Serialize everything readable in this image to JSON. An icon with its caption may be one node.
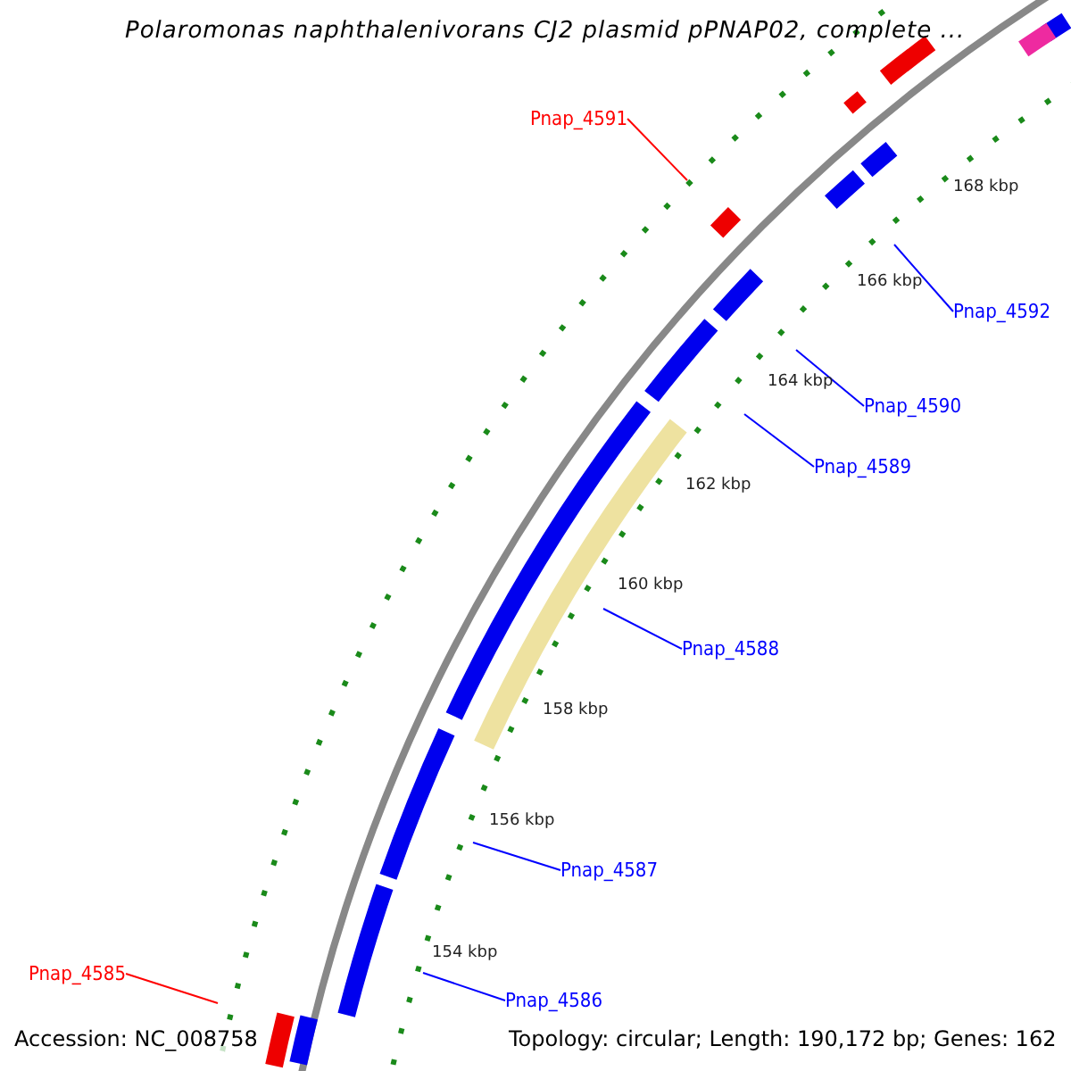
{
  "diagram": {
    "title": "Polaromonas naphthalenivorans CJ2 plasmid pPNAP02, complete ...",
    "nodes": [
      {
        "text": [
          "Pnap_4591"
        ]
      },
      {
        "text": [
          "Pnap_4592"
        ]
      },
      {
        "text": [
          "Pnap_4590"
        ]
      },
      {
        "text": [
          "Pnap_4589"
        ]
      },
      {
        "text": [
          "Pnap_4588"
        ]
      },
      {
        "text": [
          "Pnap_4587"
        ]
      },
      {
        "text": [
          "Pnap_4586"
        ]
      },
      {
        "text": [
          "Pnap_4585"
        ]
      }
    ],
    "edges": [
      {
        "from": 0,
        "to": null,
        "arrow": "none",
        "color": "#ff0000"
      },
      {
        "from": 1,
        "to": null,
        "arrow": "none"
      },
      {
        "from": 2,
        "to": null,
        "arrow": "none"
      },
      {
        "from": 3,
        "to": null,
        "arrow": "none"
      },
      {
        "from": 4,
        "to": null,
        "arrow": "none"
      },
      {
        "from": 5,
        "to": null,
        "arrow": "none"
      },
      {
        "from": 6,
        "to": null,
        "arrow": "none"
      },
      {
        "from": 7,
        "to": null,
        "arrow": "none",
        "color": "#ff0000"
      }
    ],
    "labels": [
      "168 kbp",
      "166 kbp",
      "164 kbp",
      "162 kbp",
      "160 kbp",
      "158 kbp",
      "156 kbp",
      "154 kbp",
      "Accession: NC_008758",
      "Topology: circular; Length: 190,172 bp; Genes: 162"
    ]
  }
}
